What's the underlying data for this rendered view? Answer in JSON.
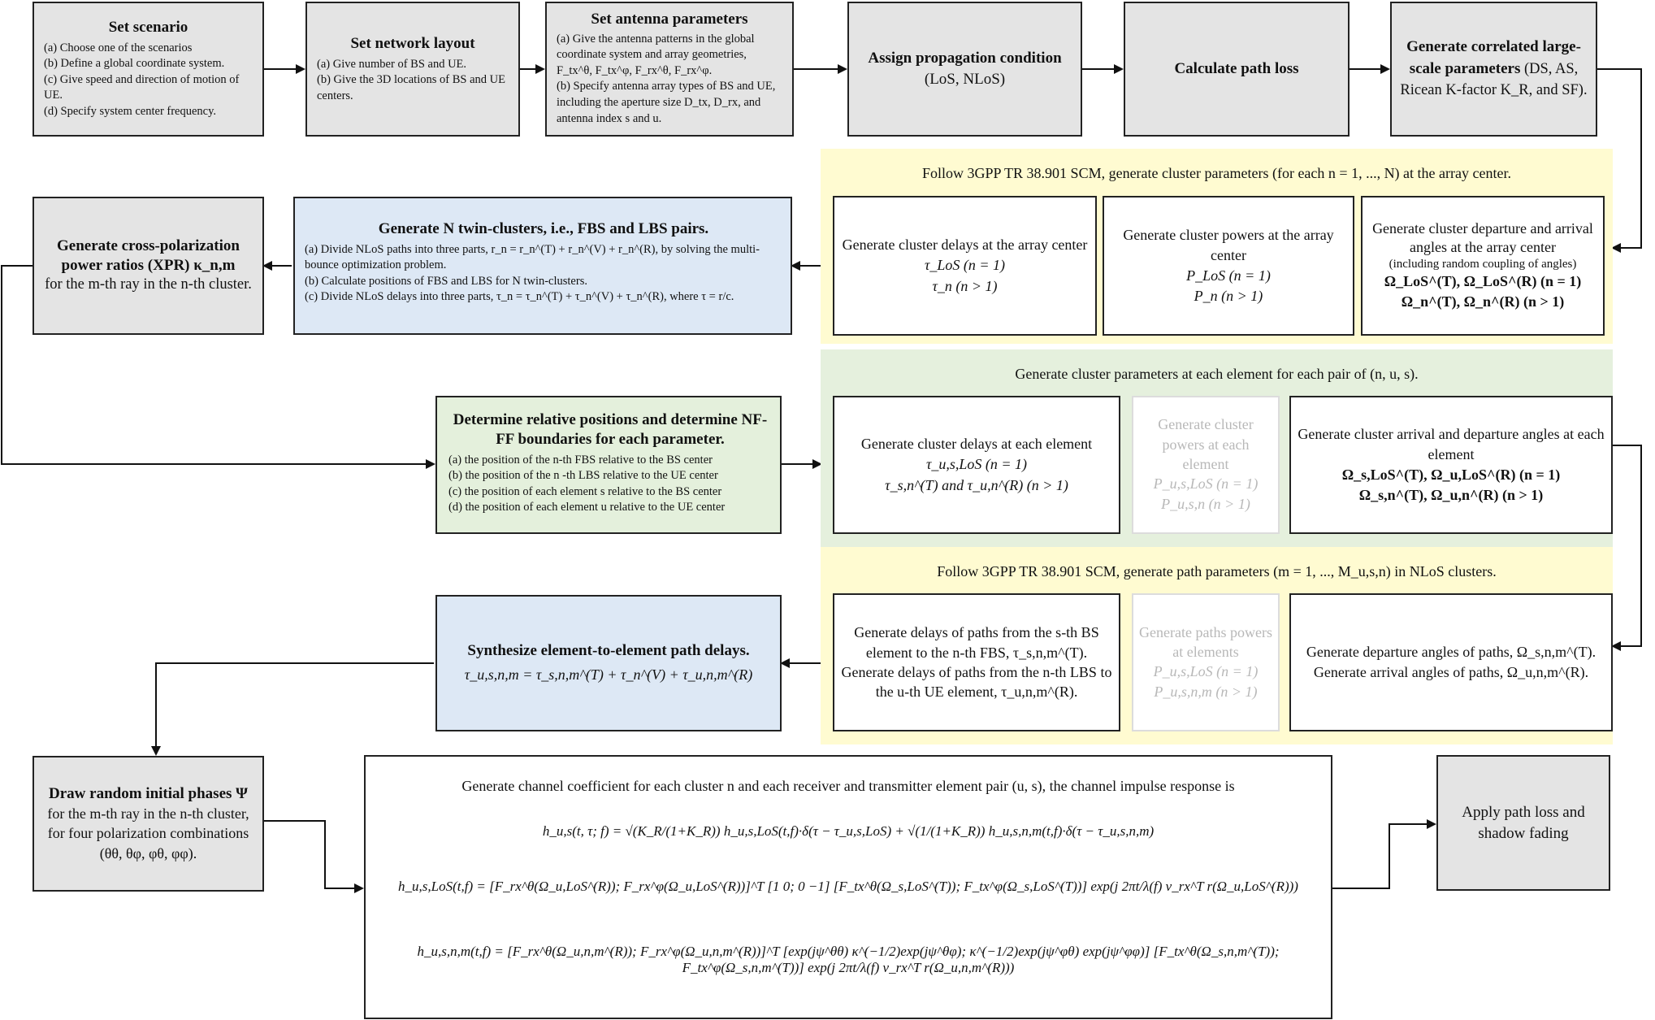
{
  "row1": {
    "set_scenario": {
      "title": "Set scenario",
      "items": [
        "(a) Choose one of the scenarios",
        "(b) Define a global coordinate system.",
        "(c) Give speed and direction of motion of UE.",
        "(d) Specify system center frequency."
      ]
    },
    "set_network": {
      "title": "Set network layout",
      "items": [
        "(a) Give number of BS and UE.",
        "(b) Give the 3D locations of BS and UE centers."
      ]
    },
    "set_antenna": {
      "title": "Set antenna parameters",
      "items": [
        "(a) Give the antenna patterns in the global coordinate system and array geometries, F_tx^θ, F_tx^φ, F_rx^θ, F_rx^φ.",
        "(b) Specify antenna array types of BS and UE, including the aperture size D_tx, D_rx, and antenna index s and u."
      ]
    },
    "assign_prop": {
      "title": "Assign propagation condition",
      "suffix": "(LoS, NLoS)"
    },
    "calc_pathloss": {
      "title": "Calculate path loss"
    },
    "gen_lsp": {
      "title": "Generate correlated large-scale parameters",
      "suffix": "(DS, AS, Ricean K-factor K_R, and SF)."
    }
  },
  "cluster_panel": {
    "title": "Follow 3GPP TR 38.901 SCM, generate cluster parameters (for each n = 1, ..., N) at the array center.",
    "delays": {
      "label": "Generate cluster delays at the array center",
      "f1": "τ_LoS (n = 1)",
      "f2": "τ_n (n > 1)"
    },
    "powers": {
      "label": "Generate cluster powers at the array center",
      "f1": "P_LoS (n = 1)",
      "f2": "P_n (n > 1)"
    },
    "angles": {
      "label": "Generate cluster departure and arrival angles at the array center",
      "note": "(including random coupling of angles)",
      "f1": "Ω_LoS^(T), Ω_LoS^(R) (n = 1)",
      "f2": "Ω_n^(T), Ω_n^(R) (n > 1)"
    }
  },
  "twin_clusters": {
    "title": "Generate N twin-clusters, i.e., FBS and LBS pairs.",
    "items": [
      "(a) Divide NLoS paths into three parts, r_n = r_n^(T) + r_n^(V) + r_n^(R), by solving the multi-bounce optimization problem.",
      "(b) Calculate positions of FBS and LBS for N twin-clusters.",
      "(c) Divide NLoS delays into three parts, τ_n = τ_n^(T) + τ_n^(V) + τ_n^(R), where τ = r/c."
    ]
  },
  "xpr": {
    "title": "Generate cross-polarization power ratios (XPR) κ_n,m",
    "text": "for the m-th ray in the n-th cluster."
  },
  "element_panel": {
    "title": "Generate cluster parameters at each element for each pair of (n, u, s).",
    "delays": {
      "label": "Generate cluster delays at each element",
      "f1": "τ_u,s,LoS (n = 1)",
      "f2": "τ_s,n^(T) and τ_u,n^(R) (n > 1)"
    },
    "powers": {
      "label": "Generate cluster powers at each element",
      "f1": "P_u,s,LoS (n = 1)",
      "f2": "P_u,s,n (n > 1)"
    },
    "angles": {
      "label": "Generate cluster arrival and departure angles at each element",
      "f1": "Ω_s,LoS^(T), Ω_u,LoS^(R) (n = 1)",
      "f2": "Ω_s,n^(T), Ω_u,n^(R) (n > 1)"
    }
  },
  "relative_positions": {
    "title": "Determine relative positions and determine NF-FF boundaries for each parameter.",
    "items": [
      "(a) the position of the n-th FBS relative to the BS center",
      "(b) the position of the n -th LBS relative to the UE center",
      "(c) the position of each element s relative to the BS center",
      "(d) the position of each element u relative to the UE center"
    ]
  },
  "path_panel": {
    "title": "Follow 3GPP TR 38.901 SCM, generate path parameters (m = 1, ..., M_u,s,n) in NLoS clusters.",
    "delays": {
      "l1": "Generate delays of paths from the s-th BS element to the n-th FBS, τ_s,n,m^(T).",
      "l2": "Generate delays of paths from the n-th LBS to the u-th UE element, τ_u,n,m^(R)."
    },
    "powers": {
      "label": "Generate paths powers at elements",
      "f1": "P_u,s,LoS (n = 1)",
      "f2": "P_u,s,n,m (n > 1)"
    },
    "angles": {
      "l1": "Generate departure angles of paths, Ω_s,n,m^(T).",
      "l2": "Generate arrival angles of paths, Ω_u,n,m^(R)."
    }
  },
  "synthesize": {
    "title": "Synthesize element-to-element path delays.",
    "formula": "τ_u,s,n,m = τ_s,n,m^(T) + τ_n^(V) + τ_u,n,m^(R)"
  },
  "phases": {
    "title": "Draw random initial phases Ψ",
    "text": "for the m-th ray in the n-th cluster, for four polarization combinations (θθ, θφ, φθ, φφ)."
  },
  "channel": {
    "title": "Generate channel coefficient for each cluster n and each receiver and transmitter element pair (u, s), the channel impulse response is",
    "eq1": "h_u,s(t, τ; f) = √(K_R/(1+K_R)) h_u,s,LoS(t,f)·δ(τ − τ_u,s,LoS) + √(1/(1+K_R)) h_u,s,n,m(t,f)·δ(τ − τ_u,s,n,m)",
    "eq2": "h_u,s,LoS(t,f) = [F_rx^θ(Ω_u,LoS^(R)); F_rx^φ(Ω_u,LoS^(R))]^T [1 0; 0 −1] [F_tx^θ(Ω_s,LoS^(T)); F_tx^φ(Ω_s,LoS^(T))] exp(j 2πt/λ(f) v_rx^T r(Ω_u,LoS^(R)))",
    "eq3": "h_u,s,n,m(t,f) = [F_rx^θ(Ω_u,n,m^(R)); F_rx^φ(Ω_u,n,m^(R))]^T [exp(jψ^θθ) κ^(−1/2)exp(jψ^θφ); κ^(−1/2)exp(jψ^φθ) exp(jψ^φφ)] [F_tx^θ(Ω_s,n,m^(T)); F_tx^φ(Ω_s,n,m^(T))] exp(j 2πt/λ(f) v_rx^T r(Ω_u,n,m^(R)))"
  },
  "apply": {
    "title": "Apply path loss and shadow fading"
  }
}
